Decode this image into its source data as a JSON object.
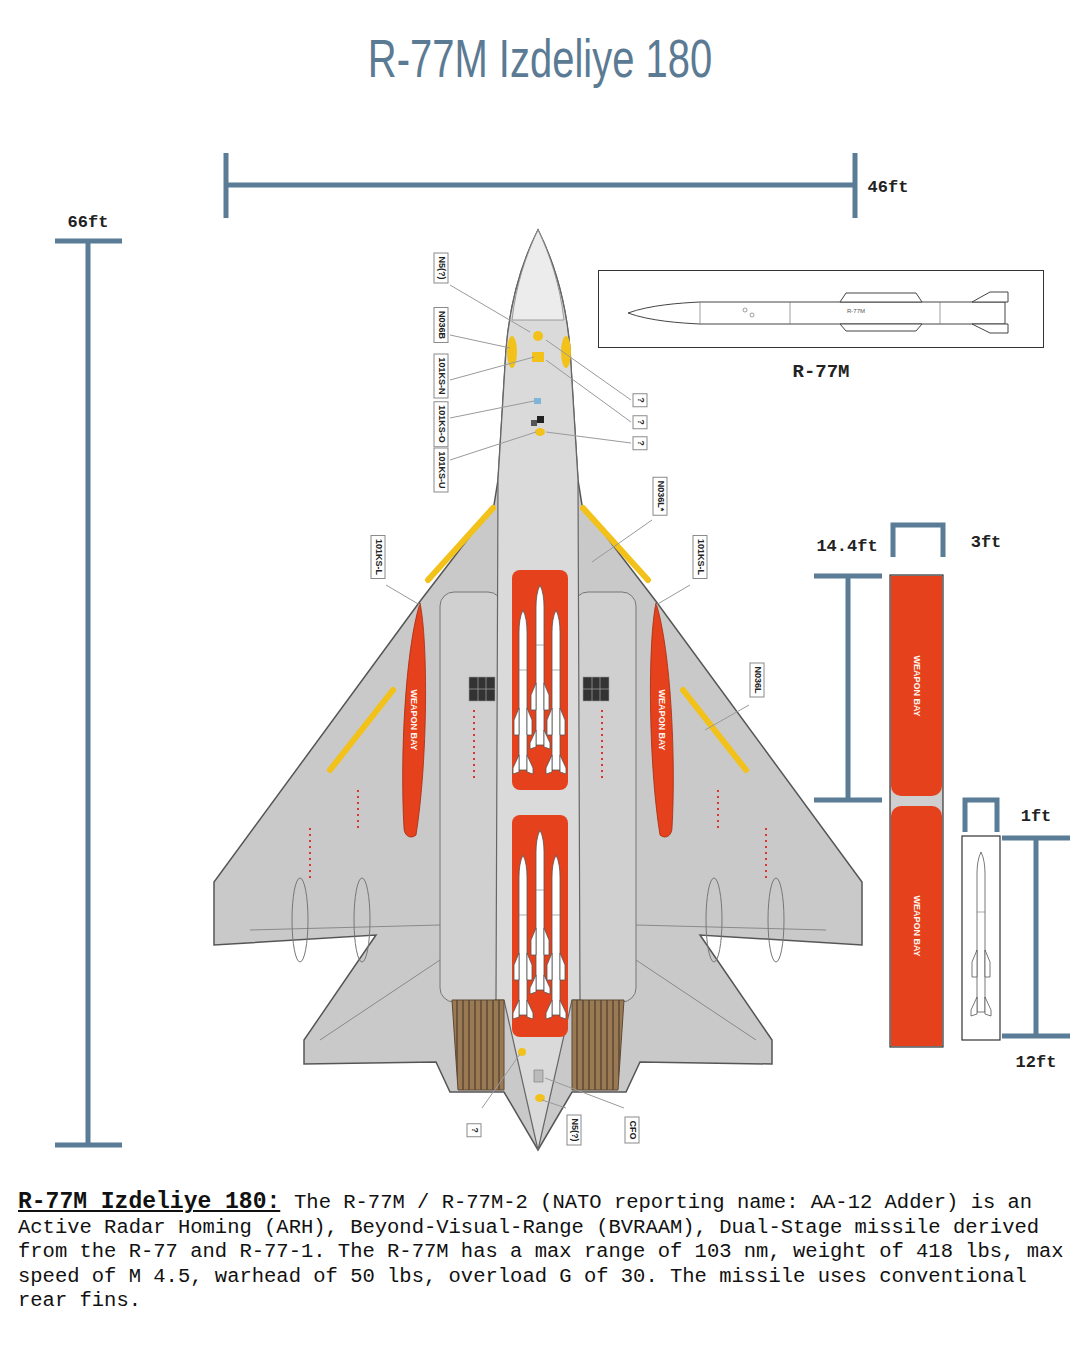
{
  "diagram": {
    "title": "R-77M Izdeliye 180",
    "caption": "The R-77M / R-77M-2 (NATO reporting name: AA-12 Adder) is an Active Radar Homing (ARH), Beyond-Visual-Range (BVRAAM), Dual-Stage missile derived from the R-77 and R-77-1. The R-77M has a max range of 103 nm, weight of 418 lbs, max speed of M 4.5, warhead of 50 lbs, overload G of 30. The missile uses conventional rear fins.",
    "nodes": [
      {
        "text": [
          "R-77M"
        ]
      },
      {
        "text": [
          "WEAPON BAY"
        ]
      },
      {
        "text": [
          "WEAPON BAY"
        ]
      },
      {
        "text": [
          "WEAPON BAY"
        ]
      },
      {
        "text": [
          "WEAPON BAY"
        ]
      }
    ],
    "labels": [
      "46ft",
      "66ft",
      "N5(?)",
      "N036B",
      "101KS-N",
      "101KS-O",
      "101KS-U",
      "?",
      "?",
      "?",
      "N036L*",
      "101KS-L",
      "101KS-L",
      "N036L",
      "?",
      "N5(?)",
      "CFO",
      "R-77M",
      "14.4ft",
      "3ft",
      "1ft",
      "12ft",
      "R-77M Izdeliye 180:"
    ]
  }
}
